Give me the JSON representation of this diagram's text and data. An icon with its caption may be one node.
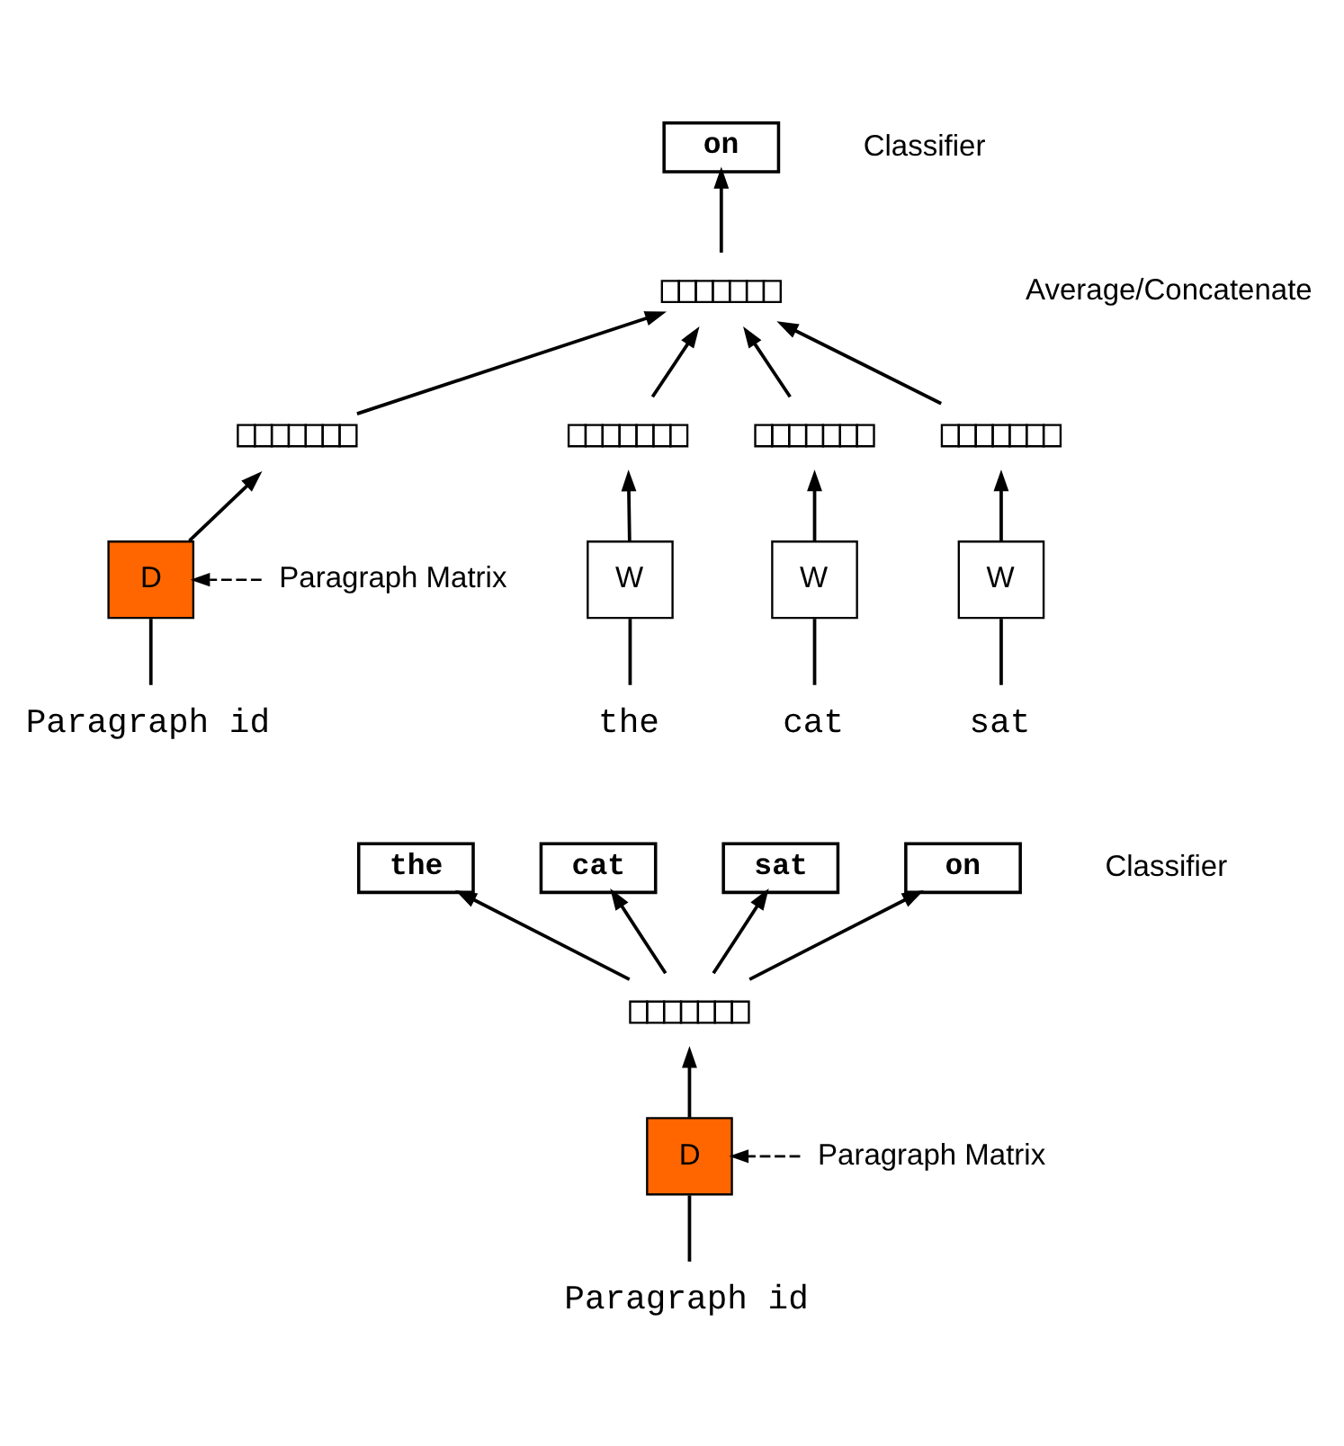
{
  "diagram": {
    "nodes": [
      {
        "text": [
          "on"
        ]
      },
      {
        "text": [],
        "shape": "bar"
      },
      {
        "text": [],
        "shape": "bar"
      },
      {
        "text": [],
        "shape": "bar"
      },
      {
        "text": [],
        "shape": "bar"
      },
      {
        "text": [],
        "shape": "bar"
      },
      {
        "text": [
          "D"
        ]
      },
      {
        "text": [
          "W"
        ]
      },
      {
        "text": [
          "W"
        ]
      },
      {
        "text": [
          "W"
        ]
      },
      {
        "text": [
          "Paragraph id"
        ]
      },
      {
        "text": [
          "the"
        ]
      },
      {
        "text": [
          "cat"
        ]
      },
      {
        "text": [
          "sat"
        ]
      },
      {
        "text": [
          "Paragraph Matrix"
        ]
      },
      {
        "text": [
          "the"
        ]
      },
      {
        "text": [
          "cat"
        ]
      },
      {
        "text": [
          "sat"
        ]
      },
      {
        "text": [
          "on"
        ]
      },
      {
        "text": [],
        "shape": "bar"
      },
      {
        "text": [
          "D"
        ]
      },
      {
        "text": [
          "Paragraph id"
        ]
      },
      {
        "text": [
          "Paragraph Matrix"
        ]
      }
    ],
    "edges": [
      {
        "from": 1,
        "to": 0,
        "arrow": "to"
      },
      {
        "from": 2,
        "to": 1,
        "arrow": "to"
      },
      {
        "from": 3,
        "to": 1,
        "arrow": "to"
      },
      {
        "from": 4,
        "to": 1,
        "arrow": "to"
      },
      {
        "from": 5,
        "to": 1,
        "arrow": "to"
      },
      {
        "from": 6,
        "to": 2,
        "arrow": "to"
      },
      {
        "from": 7,
        "to": 3,
        "arrow": "to"
      },
      {
        "from": 8,
        "to": 4,
        "arrow": "to"
      },
      {
        "from": 9,
        "to": 5,
        "arrow": "to"
      },
      {
        "from": 10,
        "to": 6,
        "arrow": "none"
      },
      {
        "from": 11,
        "to": 7,
        "arrow": "none"
      },
      {
        "from": 12,
        "to": 8,
        "arrow": "none"
      },
      {
        "from": 13,
        "to": 9,
        "arrow": "none"
      },
      {
        "from": 14,
        "to": 6,
        "arrow": "to",
        "style": "dashed"
      },
      {
        "from": 19,
        "to": 15,
        "arrow": "to"
      },
      {
        "from": 19,
        "to": 16,
        "arrow": "to"
      },
      {
        "from": 19,
        "to": 17,
        "arrow": "to"
      },
      {
        "from": 19,
        "to": 18,
        "arrow": "to"
      },
      {
        "from": 20,
        "to": 19,
        "arrow": "to"
      },
      {
        "from": 21,
        "to": 20,
        "arrow": "none"
      },
      {
        "from": 22,
        "to": 20,
        "arrow": "to",
        "style": "dashed"
      }
    ],
    "labels": [
      "Classifier",
      "Average/Concatenate",
      "Classifier"
    ]
  }
}
